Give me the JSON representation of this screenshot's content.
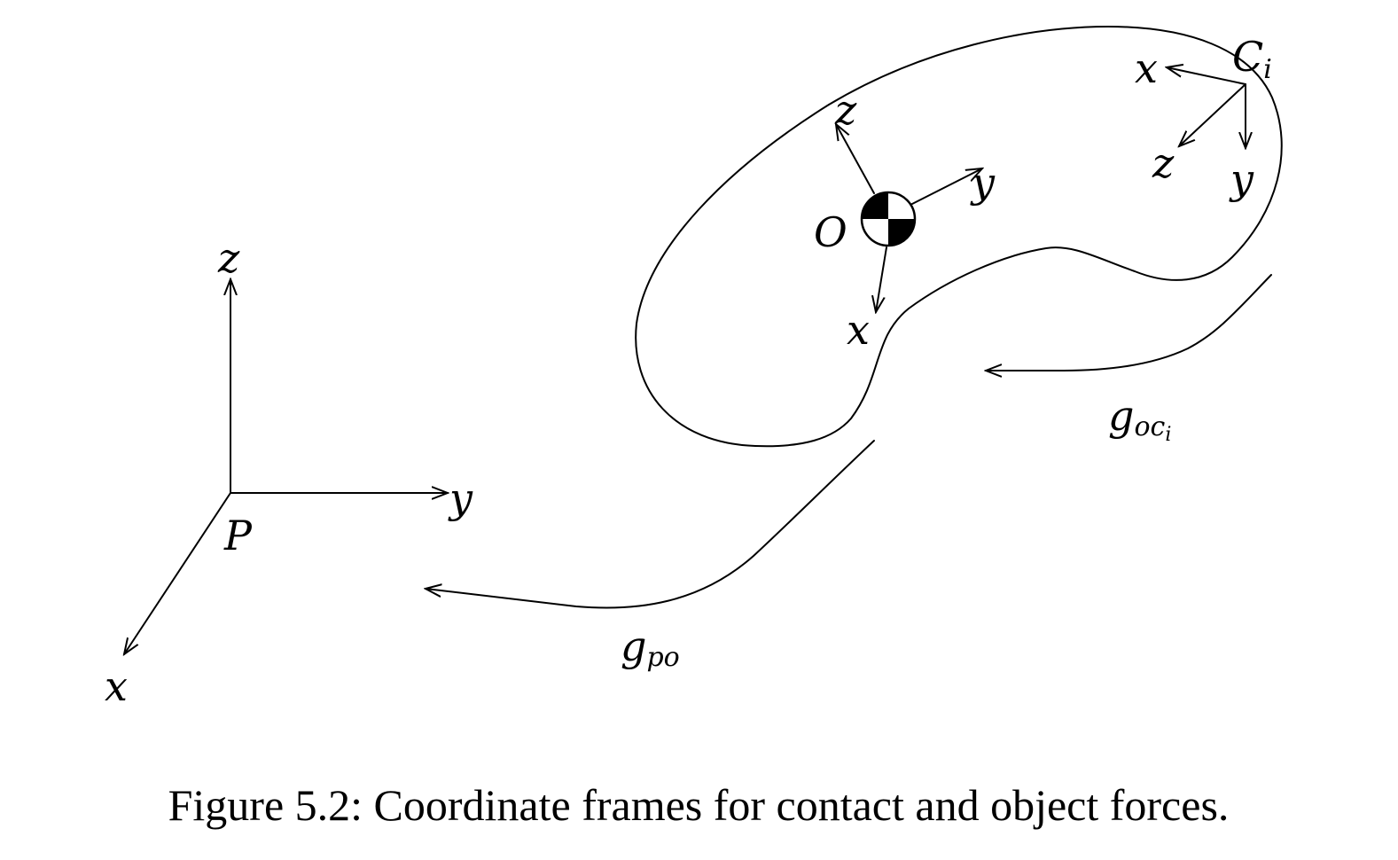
{
  "caption": "Figure 5.2: Coordinate frames for contact and object forces.",
  "frames": {
    "palm": {
      "name": "P",
      "axes": {
        "x": "x",
        "y": "y",
        "z": "z"
      }
    },
    "object": {
      "name": "O",
      "axes": {
        "x": "x",
        "y": "y",
        "z": "z"
      }
    },
    "contact": {
      "name": "C",
      "subscript": "i",
      "axes": {
        "x": "x",
        "y": "y",
        "z": "z"
      }
    }
  },
  "transforms": {
    "g_po": {
      "base": "g",
      "subscript": "po"
    },
    "g_oci": {
      "base": "g",
      "subscript": "oc",
      "sub_subscript": "i"
    }
  }
}
